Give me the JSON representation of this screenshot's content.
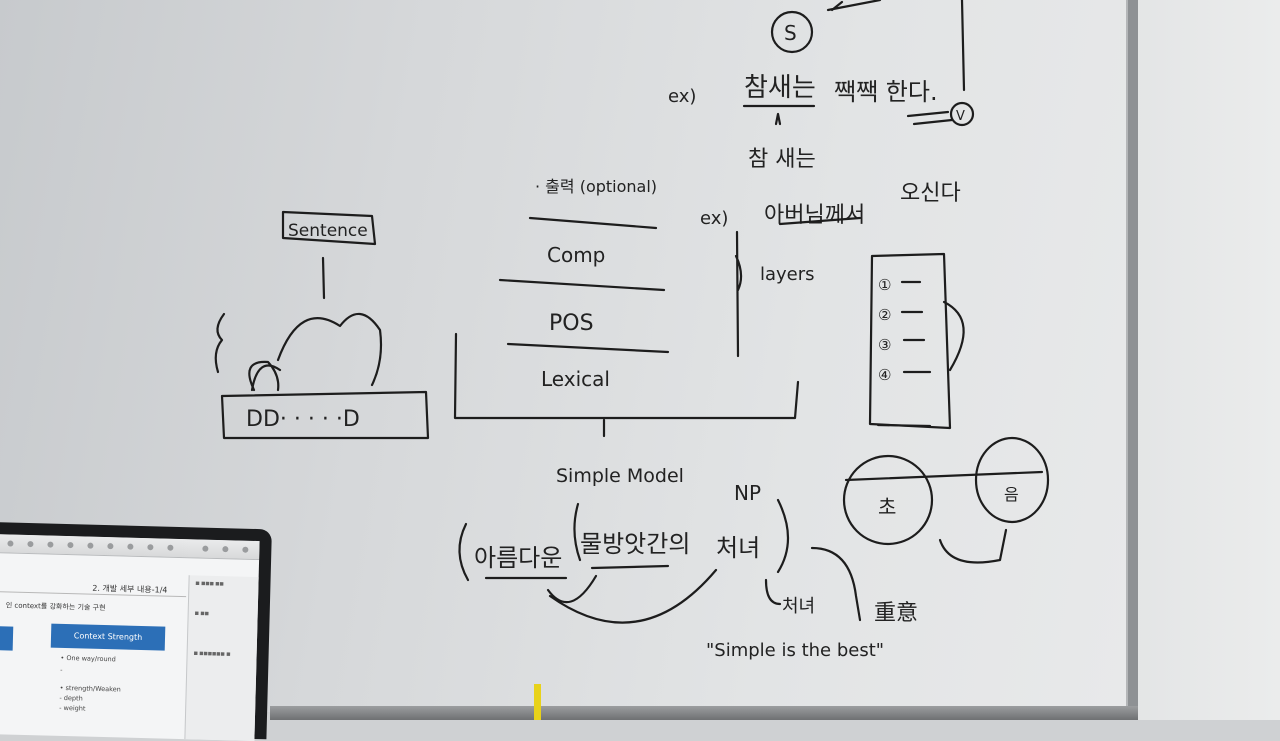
{
  "scene": {
    "description_title": "",
    "board_text": {
      "sentence": "Sentence",
      "optional": "(optional)",
      "comp": "Comp",
      "pos": "POS",
      "lexical": "Lexical",
      "layers": "layers",
      "simple_model": "Simple Model",
      "np": "NP",
      "ex1": "ex)",
      "ex2": "ex)",
      "ex1_k1": "참새는",
      "ex1_k2": "짹짹 한다.",
      "ex1_k3": "참 새는",
      "ex2_k1": "아버님께서",
      "ex2_k2": "오신다",
      "s_circle": "S",
      "v_circle": "V",
      "np_phrase_1": "아름다운",
      "np_phrase_2": "물방앗간의",
      "np_phrase_3": "처녀",
      "arrow_target": "처녀",
      "kanji": "重意",
      "quote": "\"Simple is the best\"",
      "list_1": "①",
      "list_2": "②",
      "list_3": "③",
      "list_4": "④",
      "circle_left": "초",
      "circle_right": "음"
    }
  },
  "laptop": {
    "slide_title": "2. 개발 세부 내용-1/4",
    "context_header": "인 context를 강화하는 기술 구현",
    "button_label": "Context Strength",
    "bullets": [
      "• One way/round",
      "-",
      "• strength/Weaken",
      "- depth",
      "- weight"
    ],
    "side_items": [
      "■ ■■■ ■■",
      "■ ■■",
      "■ ■■■■■■ ■"
    ]
  }
}
